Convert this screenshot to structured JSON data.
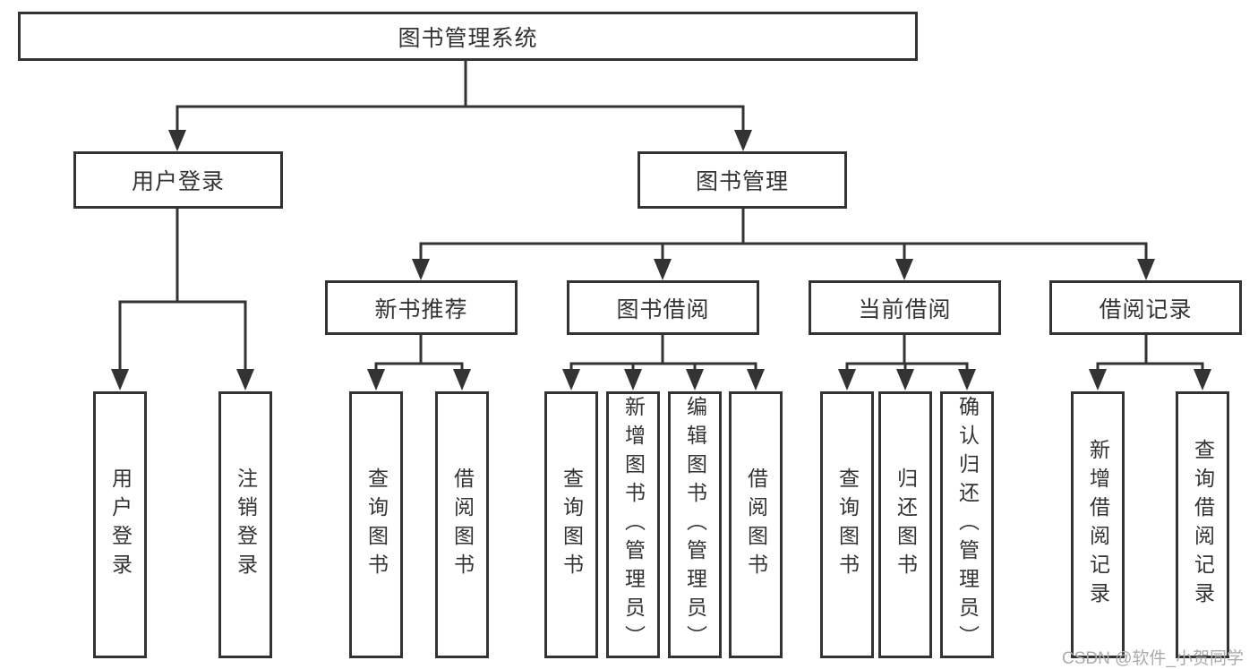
{
  "diagram": {
    "type": "hierarchy-tree",
    "title": "图书管理系统",
    "colors": {
      "line": "#333333",
      "box_border": "#333333",
      "text": "#333333",
      "background": "#ffffff",
      "watermark": "#ababab"
    }
  },
  "nodes": {
    "root": "图书管理系统",
    "user_login": "用户登录",
    "book_management": "图书管理",
    "new_book_recommend": "新书推荐",
    "book_borrow": "图书借阅",
    "current_borrow": "当前借阅",
    "borrow_records": "借阅记录",
    "leaf_user_login": "用户登录",
    "leaf_logout": "注销登录",
    "leaf_nbr_query_books": "查询图书",
    "leaf_nbr_borrow_books": "借阅图书",
    "leaf_bb_query_books": "查询图书",
    "leaf_bb_add_books": "新增图书（管理员）",
    "leaf_bb_edit_books": "编辑图书（管理员）",
    "leaf_bb_borrow_books": "借阅图书",
    "leaf_cb_query_books": "查询图书",
    "leaf_cb_return_books": "归还图书",
    "leaf_cb_confirm_return": "确认归还（管理员）",
    "leaf_br_add_record": "新增借阅记录",
    "leaf_br_query_record": "查询借阅记录"
  },
  "hierarchy": {
    "图书管理系统": {
      "用户登录": [
        "用户登录",
        "注销登录"
      ],
      "图书管理": {
        "新书推荐": [
          "查询图书",
          "借阅图书"
        ],
        "图书借阅": [
          "查询图书",
          "新增图书（管理员）",
          "编辑图书（管理员）",
          "借阅图书"
        ],
        "当前借阅": [
          "查询图书",
          "归还图书",
          "确认归还（管理员）"
        ],
        "借阅记录": [
          "新增借阅记录",
          "查询借阅记录"
        ]
      }
    }
  },
  "watermark": "CSDN @软件_小贺同学"
}
